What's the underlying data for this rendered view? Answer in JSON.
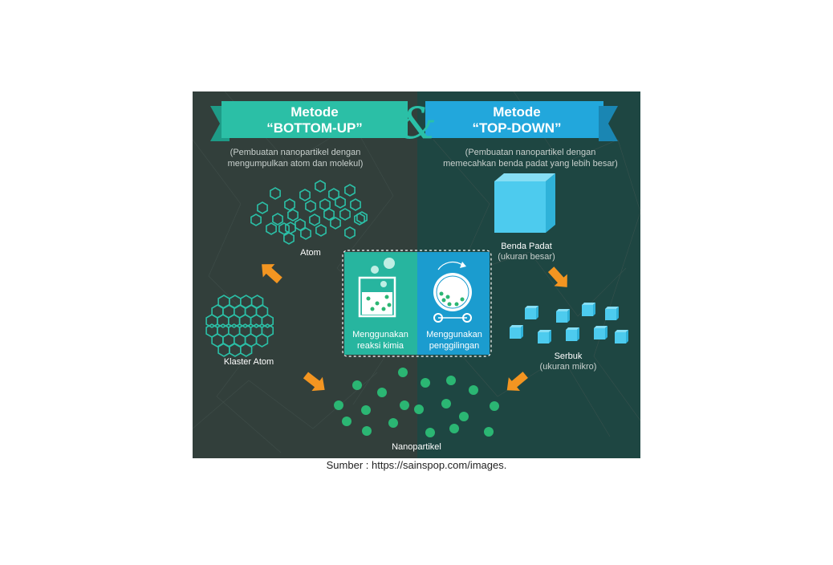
{
  "banner": {
    "left_line1": "Metode",
    "left_line2": "“BOTTOM-UP”",
    "ampersand": "&",
    "right_line1": "Metode",
    "right_line2": "“TOP-DOWN”"
  },
  "bottom_up_desc": {
    "line1": "(Pembuatan nanopartikel dengan",
    "line2": "mengumpulkan atom dan molekul)"
  },
  "top_down_desc": {
    "line1": "(Pembuatan nanopartikel dengan",
    "line2": "memecahkan benda padat yang lebih besar)"
  },
  "labels": {
    "atom": "Atom",
    "klaster_atom": "Klaster Atom",
    "benda_padat": "Benda Padat",
    "ukuran_besar": "(ukuran besar)",
    "serbuk": "Serbuk",
    "ukuran_mikro": "(ukuran mikro)",
    "nanopartikel": "Nanopartikel"
  },
  "center_box": {
    "left_line1": "Menggunakan",
    "left_line2": "reaksi kimia",
    "right_line1": "Menggunakan",
    "right_line2": "penggilingan"
  },
  "colors": {
    "left_bg": "#323f3b",
    "right_bg": "#1e4642",
    "teal": "#2bbfa6",
    "blue": "#22a7dc",
    "cube": "#4dcbee",
    "arrow": "#f39521",
    "particle": "#2bb673"
  },
  "caption": "Sumber : https://sainspop.com/images."
}
